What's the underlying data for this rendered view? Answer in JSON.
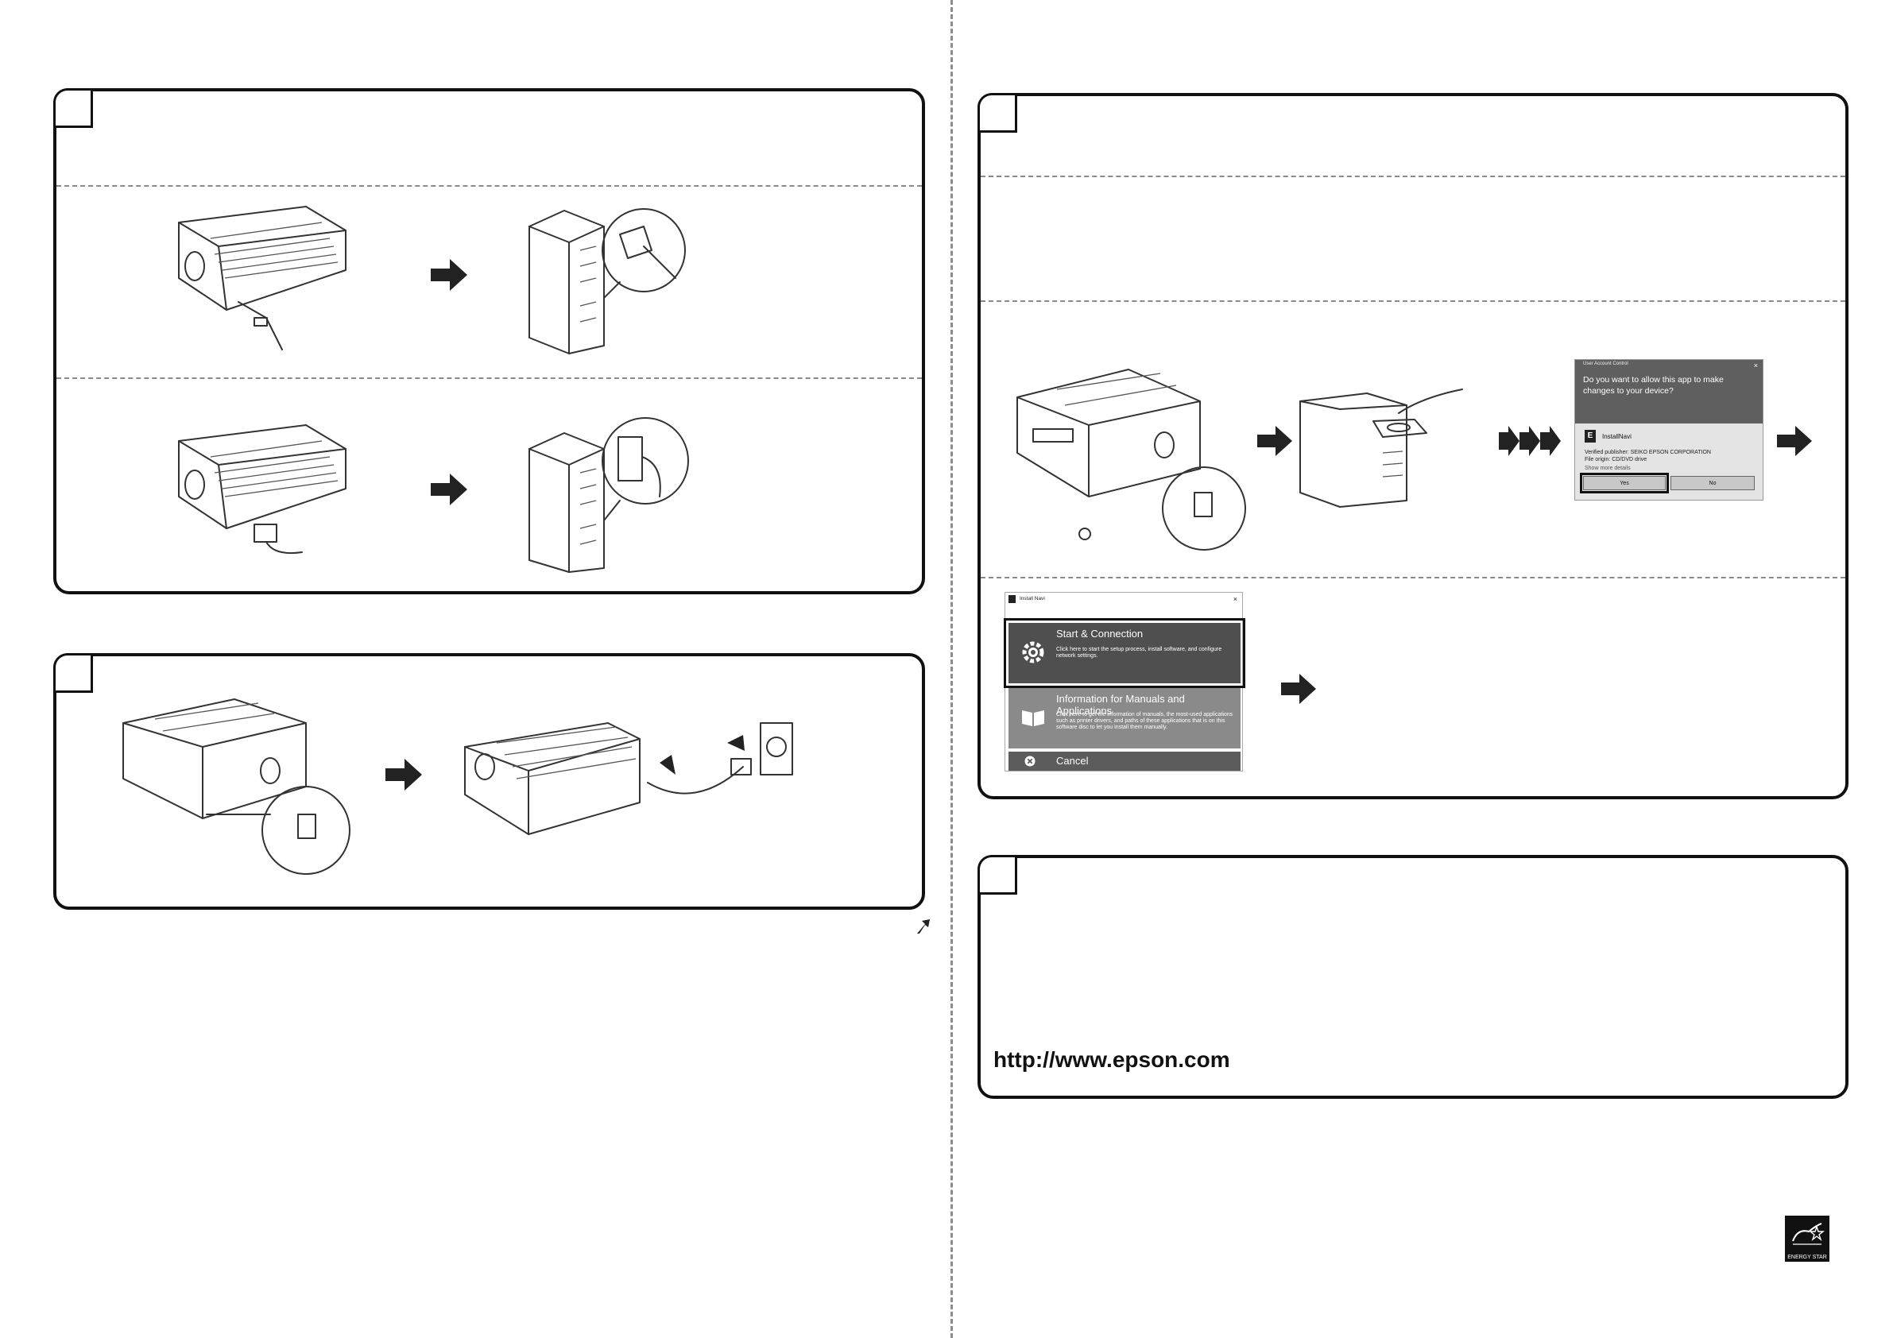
{
  "uac_dialog": {
    "window_title": "User Account Control",
    "close": "×",
    "question": "Do you want to allow this app to make changes to your device?",
    "app_name": "InstallNavi",
    "publisher": "Verified publisher: SEIKO EPSON CORPORATION",
    "origin": "File origin: CD/DVD drive",
    "more_details": "Show more details",
    "yes_label": "Yes",
    "no_label": "No"
  },
  "install_navi": {
    "window_title": "Install Navi",
    "close": "×",
    "start": {
      "title": "Start & Connection",
      "description": "Click here to start the setup process, install software, and configure network settings."
    },
    "info": {
      "title": "Information for Manuals and Applications",
      "description": "Click here to get the information of manuals, the most-used applications such as printer drivers, and paths of these applications that is on this software disc to let you install them manually."
    },
    "cancel_label": "Cancel"
  },
  "footer": {
    "url": "http://www.epson.com",
    "energy_star_label": "ENERGY STAR"
  }
}
